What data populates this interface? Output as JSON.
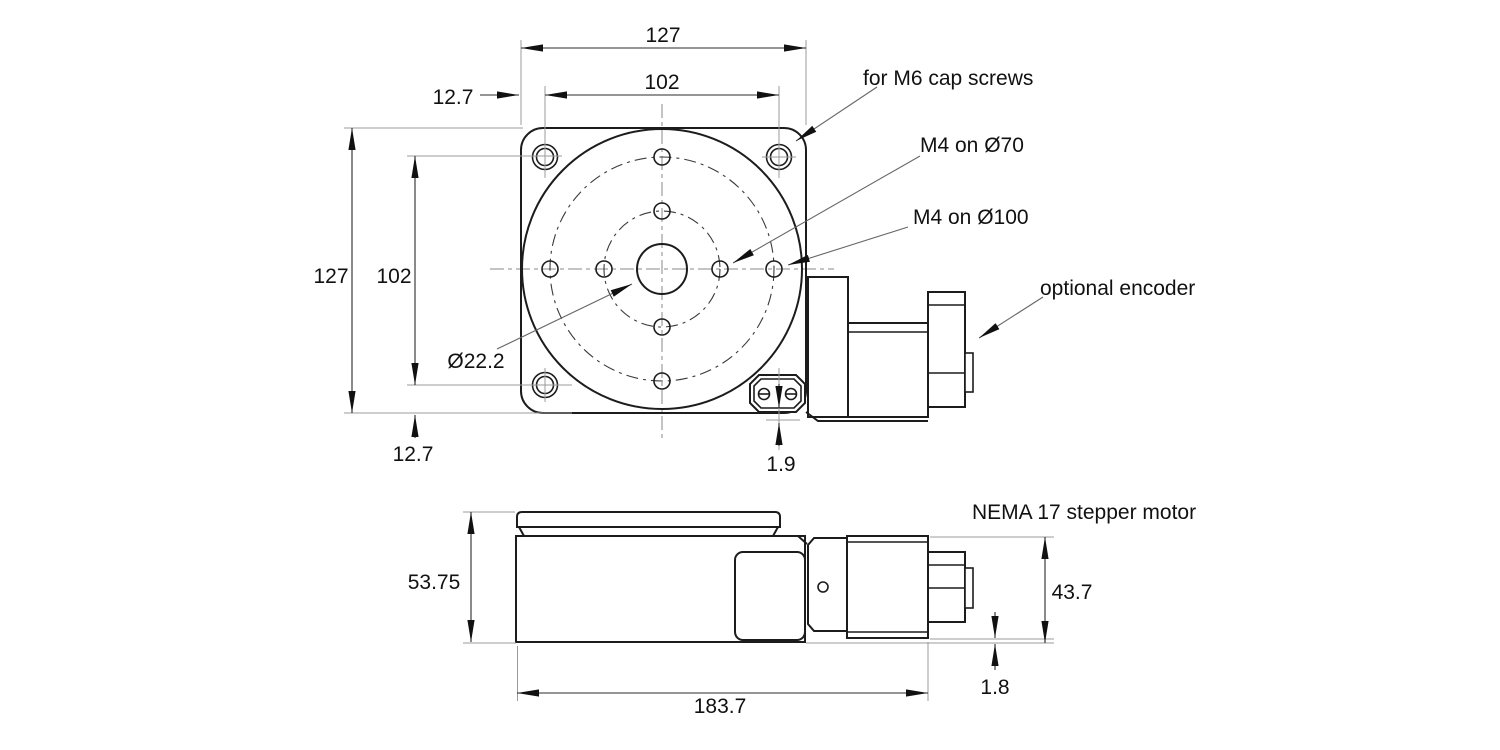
{
  "drawing": {
    "top_view": {
      "dim_overall_width": "127",
      "dim_mount_hole_spacing_h": "102",
      "dim_corner_offset_top": "12.7",
      "dim_overall_height": "127",
      "dim_mount_hole_spacing_v": "102",
      "dim_corner_offset_bottom": "12.7",
      "dim_connector_offset": "1.9",
      "label_center_bore": "Ø22.2",
      "note_corner_holes": "for M6 cap screws",
      "note_bolt_circle_70": "M4 on Ø70",
      "note_bolt_circle_100": "M4 on Ø100",
      "note_encoder": "optional encoder"
    },
    "side_view": {
      "dim_stage_height": "53.75",
      "dim_overall_length": "183.7",
      "dim_motor_height": "43.7",
      "dim_motor_clearance": "1.8",
      "note_motor": "NEMA 17 stepper motor"
    },
    "colors": {
      "outline": "#1c1c1c",
      "dimension_line": "#2b2b2b",
      "extension_line": "#9b9b9b",
      "text": "#111111",
      "background": "#ffffff"
    }
  }
}
